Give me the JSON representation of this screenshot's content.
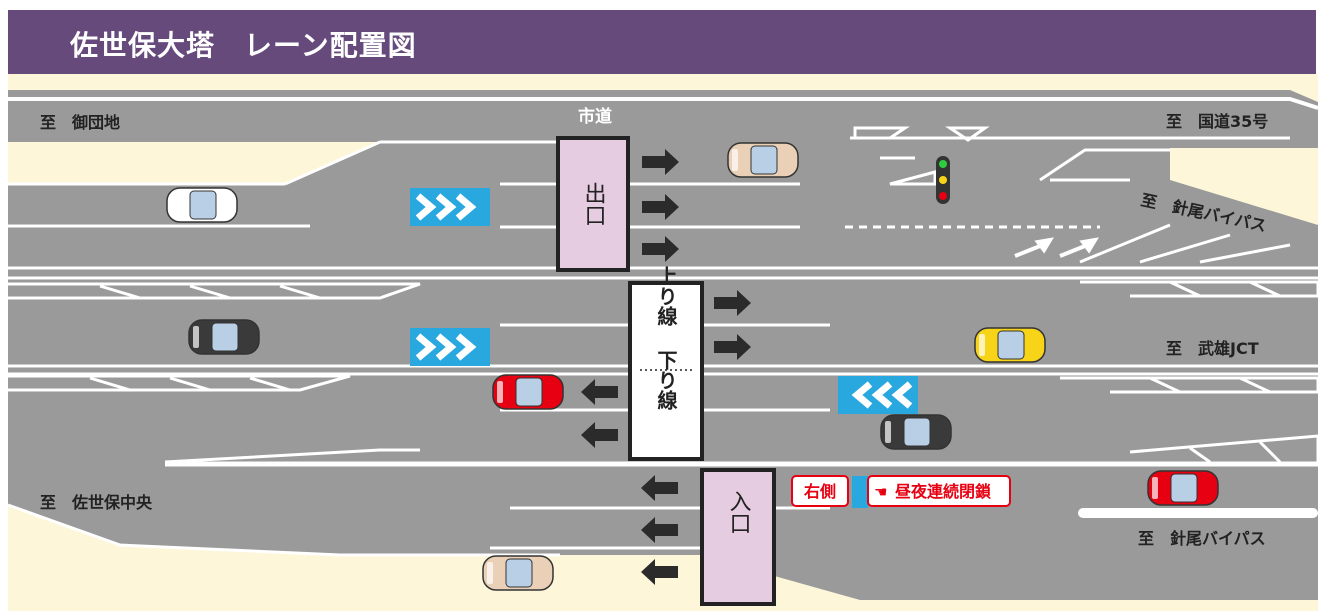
{
  "header": {
    "title": "佐世保大塔　レーン配置図"
  },
  "directions": {
    "top_left": "至　御団地",
    "top_right": "至　国道35号",
    "hario_bypass_upper": "至　針尾バイパス",
    "takeo_jct": "至　武雄JCT",
    "sasebo_chuo": "至　佐世保中央",
    "hario_bypass_lower": "至　針尾バイパス"
  },
  "labels": {
    "city_road": "市道",
    "exit": "出口",
    "entrance": "入口",
    "up_line": "上り線",
    "down_line": "下り線"
  },
  "notices": {
    "right_side": "右側",
    "closure_mark": "☚",
    "closure": "昼夜連続閉鎖"
  },
  "colors": {
    "header_bg": "#664a7c",
    "ground": "#fdf6d9",
    "road": "#9a9a9a",
    "booth": "#e6cce0",
    "chevron": "#29a8e0",
    "notice_red": "#e60012"
  },
  "icons": {
    "arrow": "arrow-icon",
    "chevron": "chevron-icon",
    "traffic_light": "traffic-light-icon",
    "car": "car-icon"
  }
}
